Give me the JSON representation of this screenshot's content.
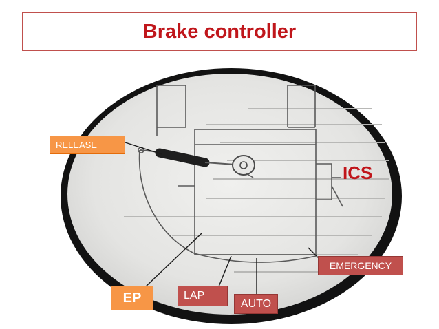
{
  "title": "Brake controller",
  "labels": {
    "release": "RELEASE",
    "ics": "ICS",
    "ep": "EP",
    "lap": "LAP",
    "auto": "AUTO",
    "emergency": "EMERGENCY"
  },
  "colors": {
    "title_text": "#c0161b",
    "title_border": "#c0504d",
    "orange_label": "#f79646",
    "red_label": "#c0504d"
  }
}
